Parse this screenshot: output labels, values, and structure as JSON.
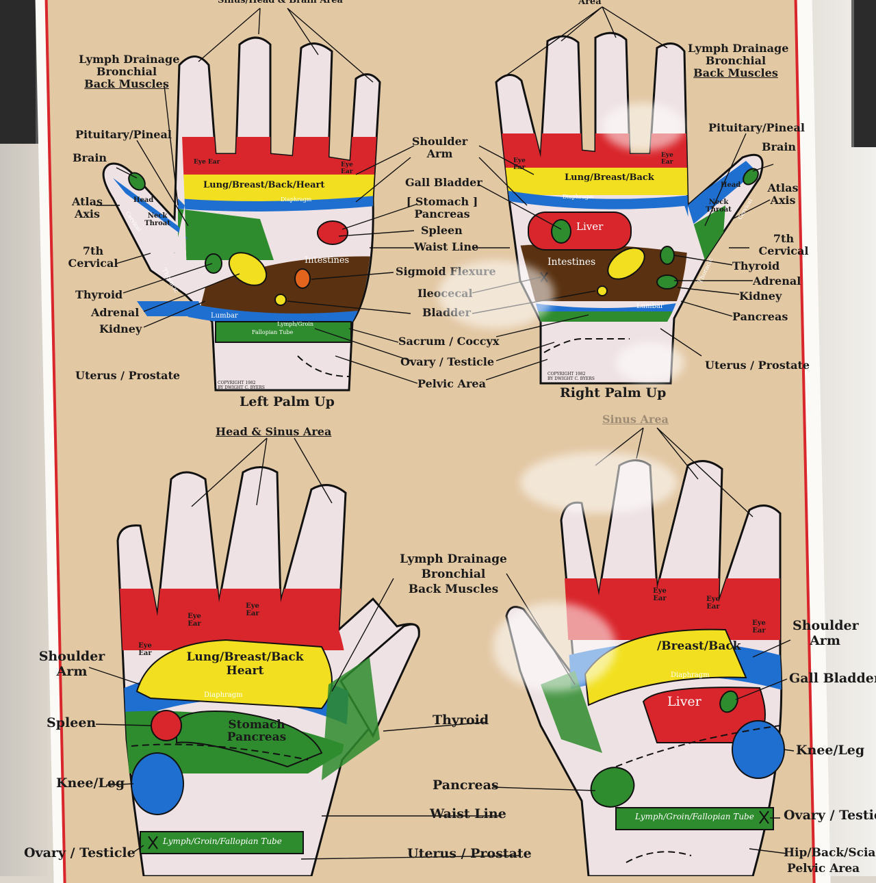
{
  "top_left": {
    "title": "Left Palm Up",
    "header": "Sinus/Head & Brain Area",
    "labels": {
      "lymph1": "Lymph Drainage",
      "lymph2": "Bronchial",
      "lymph3": "Back Muscles",
      "pituitary": "Pituitary/Pineal",
      "brain": "Brain",
      "atlas1": "Atlas",
      "atlas2": "Axis",
      "cervical1": "7th",
      "cervical2": "Cervical",
      "thyroid": "Thyroid",
      "adrenal": "Adrenal",
      "kidney": "Kidney",
      "uterus": "Uterus / Prostate"
    },
    "zones": {
      "eye_ear_l": "Eye Ear",
      "eye_ear_r": "Eye Ear",
      "lung": "Lung/Breast/Back/Heart",
      "diaphragm": "Diaphragm",
      "head": "Head",
      "neck": "Neck Throat",
      "cervical": "Cervical",
      "thoracic": "Thoracic",
      "lumbar": "Lumbar",
      "intestines": "Intestines",
      "lymph_groin": "Lymph/Groin",
      "fallopian": "Fallopian Tube",
      "copyright1": "COPYRIGHT 1982",
      "copyright2": "BY DWIGHT C. BYERS"
    }
  },
  "top_right": {
    "title": "Right Palm Up",
    "header": "Area",
    "labels": {
      "lymph1": "Lymph Drainage",
      "lymph2": "Bronchial",
      "lymph3": "Back Muscles",
      "pituitary": "Pituitary/Pineal",
      "brain": "Brain",
      "atlas1": "Atlas",
      "atlas2": "Axis",
      "cervical1": "7th",
      "cervical2": "Cervical",
      "thyroid": "Thyroid",
      "adrenal": "Adrenal",
      "kidney": "Kidney",
      "pancreas": "Pancreas",
      "uterus": "Uterus / Prostate"
    },
    "zones": {
      "eye_ear_l": "Eye Ear",
      "eye_ear_r": "Eye Ear",
      "lung": "Lung/Breast/Back",
      "diaphragm": "Diaphragm",
      "liver": "Liver",
      "intestines": "Intestines",
      "head": "Head",
      "neck": "Neck Throat",
      "cervical": "Cervical",
      "thoracic": "Thoracic",
      "lumbar": "Lumbar",
      "copyright1": "COPYRIGHT 1982",
      "copyright2": "BY DWIGHT C. BYERS"
    }
  },
  "center_labels": {
    "shoulder1": "Shoulder",
    "shoulder2": "Arm",
    "gall": "Gall Bladder",
    "stomach1": "Stomach",
    "stomach2": "Pancreas",
    "spleen": "Spleen",
    "waist": "Waist Line",
    "sigmoid": "Sigmoid Flexure",
    "ileocecal": "Ileocecal",
    "bladder": "Bladder",
    "sacrum": "Sacrum / Coccyx",
    "ovary": "Ovary / Testicle",
    "pelvic": "Pelvic Area"
  },
  "bottom_left": {
    "header": "Head & Sinus Area",
    "labels": {
      "shoulder1": "Shoulder",
      "shoulder2": "Arm",
      "spleen": "Spleen",
      "knee": "Knee/Leg",
      "ovary": "Ovary / Testicle"
    },
    "zones": {
      "eye1": "Eye Ear",
      "eye2": "Eye Ear",
      "eye3": "Eye Ear",
      "lung1": "Lung/Breast/Back",
      "lung2": "Heart",
      "diaphragm": "Diaphragm",
      "stomach1": "Stomach",
      "stomach2": "Pancreas",
      "lymph": "Lymph/Groin/Fallopian Tube"
    }
  },
  "bottom_center": {
    "lymph1": "Lymph Drainage",
    "lymph2": "Bronchial",
    "lymph3": "Back Muscles",
    "thyroid": "Thyroid",
    "pancreas": "Pancreas",
    "waist": "Waist Line",
    "uterus": "Uterus / Prostate"
  },
  "bottom_right": {
    "header": "Sinus Area",
    "labels": {
      "shoulder1": "Shoulder",
      "shoulder2": "Arm",
      "gall": "Gall Bladder",
      "knee": "Knee/Leg",
      "ovary": "Ovary / Testicle",
      "hip": "Hip/Back/Sciatic",
      "pelvic": "Pelvic Area"
    },
    "zones": {
      "eye1": "Eye Ear",
      "eye2": "Eye Ear",
      "eye3": "Eye Ear",
      "lung": "/Breast/Back",
      "diaphragm": "Diaphragm",
      "liver": "Liver",
      "lymph": "Lymph/Groin/Fallopian Tube"
    }
  },
  "colors": {
    "poster_bg": "#e3c8a4",
    "border_red": "#d9262c",
    "red_zone": "#d9262c",
    "yellow_zone": "#f2e020",
    "blue_zone": "#1f6fd1",
    "green_zone": "#2e8b2e",
    "brown_zone": "#5a3212",
    "skin": "#efe2e4"
  }
}
